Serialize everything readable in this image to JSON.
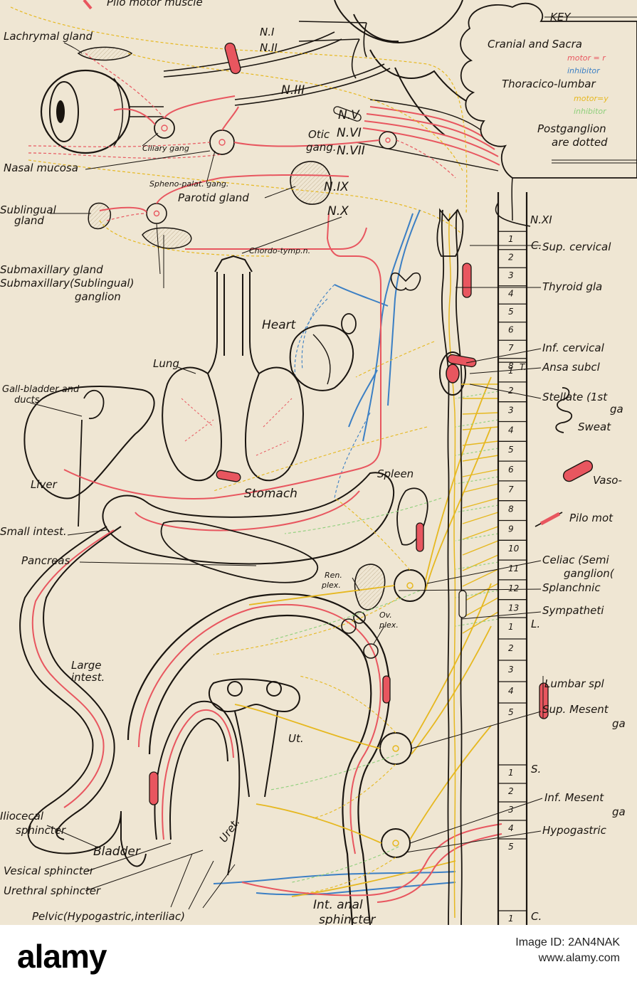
{
  "labels": {
    "pilo_motor_top": "Pilo motor muscle",
    "lachrymal": "Lachrymal gland",
    "n1": "N.I",
    "n2": "N.II",
    "n3": "N.III",
    "n5": "N.V",
    "n6": "N.VI",
    "n7": "N.VII",
    "n9": "N.IX",
    "n10": "N.X",
    "n11": "N.XI",
    "otic": "Otic",
    "otic2": "gang.",
    "ciliary": "Ciliary gang",
    "nasal": "Nasal mucosa",
    "spheno": "Spheno-palat. gang.",
    "parotid": "Parotid gland",
    "sublingual1": "Sublingual",
    "sublingual2": "gland",
    "chordo": "Chordo-tymp.n.",
    "submax1": "Submaxillary gland",
    "submax2": "Submaxillary(Sublingual)",
    "submax3": "ganglion",
    "heart": "Heart",
    "lung": "Lung",
    "gall1": "Gall-bladder and",
    "gall2": "ducts",
    "liver": "Liver",
    "spleen": "Spleen",
    "stomach": "Stomach",
    "small": "Small intest.",
    "pancreas": "Pancreas",
    "ren1": "Ren.",
    "ren2": "plex.",
    "ov1": "Ov.",
    "ov2": "plex.",
    "large1": "Large",
    "large2": "intest.",
    "ut": "Ut.",
    "uret": "Uret.",
    "ileo1": "Iliocecal",
    "ileo2": "sphincter",
    "bladder": "Bladder",
    "vesical": "Vesical sphincter",
    "urethral": "Urethral sphincter",
    "pelvic": "Pelvic(Hypogastric,interiliac)",
    "int_anal1": "Int. anal",
    "int_anal2": "sphincter",
    "sup_cerv": "Sup. cervical",
    "thyroid": "Thyroid gla",
    "inf_cerv": "Inf. cervical",
    "ansa": "Ansa subcl",
    "stellate1": "Stellate (1st",
    "stellate2": "ga",
    "sweat": "Sweat",
    "vaso": "Vaso-",
    "pilo_motor_r": "Pilo mot",
    "celiac1": "Celiac (Semi",
    "celiac2": "ganglion(",
    "splanchnic": "Splanchnic",
    "sympathetic": "Sympatheti",
    "lumbar": "Lumbar spl",
    "sup_mes1": "Sup. Mesent",
    "sup_mes2": "ga",
    "inf_mes1": "Inf. Mesent",
    "inf_mes2": "ga",
    "hypogastric": "Hypogastric",
    "c_cerv": "C.",
    "t_thor": "T.",
    "l_lumb": "L.",
    "s_sac": "S.",
    "c_cocc": "C."
  },
  "key": {
    "title": "KEY",
    "cranial": "Cranial and Sacra",
    "motor_red": "motor = r",
    "inhib_blue": "inhibitor",
    "thoracico": "Thoracico-lumbar",
    "motor_yellow": "motor=y",
    "inhib_green": "inhibitor",
    "postgang1": "Postganglion",
    "postgang2": "are dotted"
  },
  "spine_numbers": {
    "cervical": [
      "1",
      "2",
      "3",
      "4",
      "5",
      "6",
      "7",
      "8"
    ],
    "thoracic": [
      "1",
      "2",
      "3",
      "4",
      "5",
      "6",
      "7",
      "8",
      "9",
      "10",
      "11",
      "12",
      "13"
    ],
    "lumbar": [
      "1",
      "2",
      "3",
      "4",
      "5"
    ],
    "sacral": [
      "1",
      "2",
      "3",
      "4",
      "5"
    ],
    "coccygeal": [
      "1"
    ]
  },
  "colors": {
    "plate_bg": "#efe6d3",
    "craniosacral_motor": "#e8565f",
    "craniosacral_inhibitor": "#3b7fc4",
    "thoracolumbar_motor": "#e6b820",
    "thoracolumbar_inhibitor": "#8dcf7a",
    "ink": "#1a1510"
  },
  "footer": {
    "wordmark": "alamy",
    "image_id": "Image ID: 2AN4NAK",
    "site": "www.alamy.com"
  }
}
